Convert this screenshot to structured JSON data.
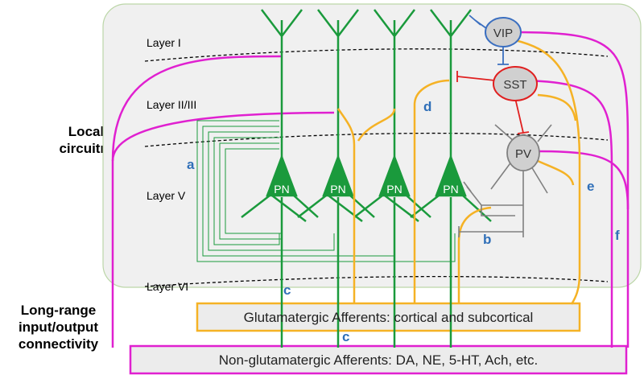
{
  "side_labels": {
    "local": [
      "Local",
      "circuitry"
    ],
    "long_range": [
      "Long-range",
      "input/output",
      "connectivity"
    ]
  },
  "layers": [
    "Layer I",
    "Layer II/III",
    "Layer V",
    "Layer VI"
  ],
  "neurons": {
    "pn_label": "PN",
    "vip": "VIP",
    "sst": "SST",
    "pv": "PV"
  },
  "letters": {
    "a": "a",
    "b": "b",
    "c1": "c",
    "c2": "c",
    "d": "d",
    "e": "e",
    "f": "f"
  },
  "boxes": {
    "glutamatergic": "Glutamatergic Afferents: cortical and subcortical",
    "non_glutamatergic": "Non-glutamatergic Afferents: DA, NE, 5-HT, Ach, etc."
  },
  "colors": {
    "pyramidal": "#1a9a3c",
    "magenta": "#e020d0",
    "orange": "#f5b225",
    "vip": "#3b6fc0",
    "sst": "#e02020",
    "pv_axon": "#808080",
    "letter": "#2f6fb8",
    "panel_bg": "#f0f0f0",
    "panel_border": "#bcd6a8"
  }
}
